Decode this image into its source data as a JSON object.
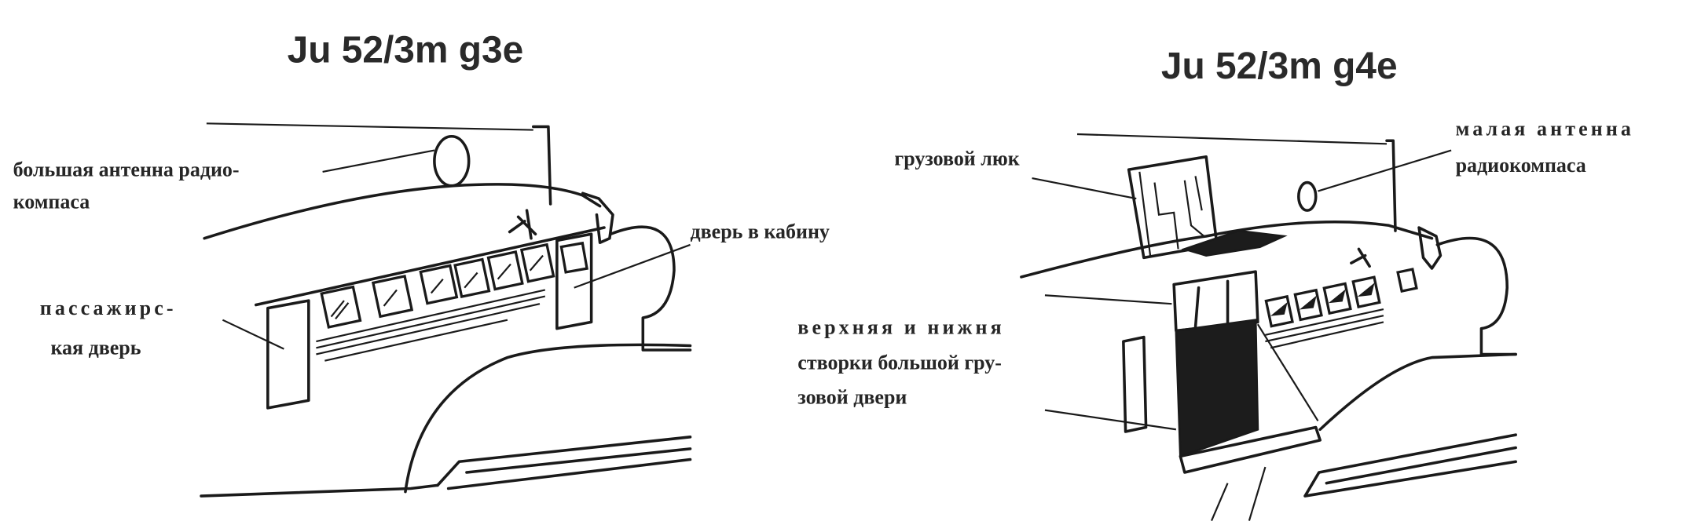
{
  "left_panel": {
    "title": "Ju 52/3m g3e",
    "labels": {
      "radio_antenna_line1": "большая антенна радио-",
      "radio_antenna_line2": "компаса",
      "passenger_door_line1": "пассажирс-",
      "passenger_door_line2": "кая дверь",
      "cabin_door": "дверь в кабину"
    }
  },
  "right_panel": {
    "title": "Ju 52/3m g4e",
    "labels": {
      "cargo_hatch": "грузовой люк",
      "small_antenna_line1": "малая антенна",
      "small_antenna_line2": "радиокомпаса",
      "cargo_door_line1": "верхняя и нижня",
      "cargo_door_line2": "створки большой гру-",
      "cargo_door_line3": "зовой двери"
    }
  },
  "colors": {
    "ink": "#1a1a1a",
    "paper": "#ffffff"
  }
}
